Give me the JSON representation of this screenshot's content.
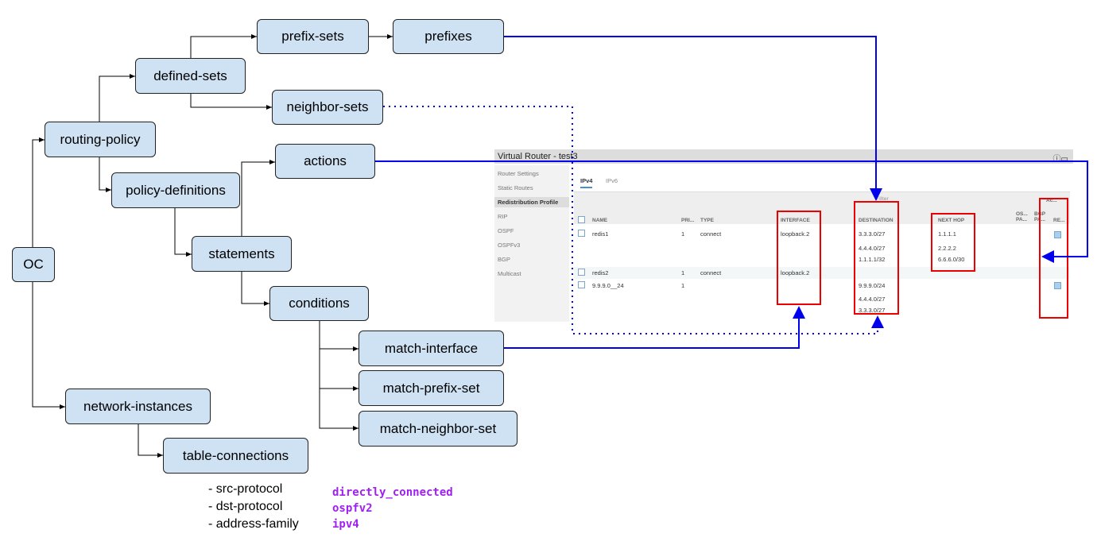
{
  "nodes": {
    "oc": "OC",
    "routing_policy": "routing-policy",
    "defined_sets": "defined-sets",
    "prefix_sets": "prefix-sets",
    "prefixes": "prefixes",
    "neighbor_sets": "neighbor-sets",
    "policy_definitions": "policy-definitions",
    "actions": "actions",
    "statements": "statements",
    "conditions": "conditions",
    "match_interface": "match-interface",
    "match_prefix_set": "match-prefix-set",
    "match_neighbor_set": "match-neighbor-set",
    "network_instances": "network-instances",
    "table_connections": "table-connections"
  },
  "notes": [
    {
      "label": "- src-protocol",
      "value": "directly_connected"
    },
    {
      "label": "- dst-protocol",
      "value": "ospfv2"
    },
    {
      "label": "- address-family",
      "value": "ipv4"
    }
  ],
  "screenshot": {
    "title": "Virtual Router - test3",
    "sidebar": [
      "Router Settings",
      "Static Routes",
      "Redistribution Profile",
      "RIP",
      "OSPF",
      "OSPFv3",
      "BGP",
      "Multicast"
    ],
    "tabs": [
      "IPv4",
      "IPv6"
    ],
    "group_filter": "Filter",
    "group_action": "Ac...",
    "columns": [
      "NAME",
      "PRI...",
      "TYPE",
      "INTERFACE",
      "DESTINATION",
      "NEXT HOP",
      "OS... PA...",
      "BGP PA...",
      "RE..."
    ],
    "rows": [
      {
        "name": "redis1",
        "priority": "1",
        "type": "connect",
        "interface": "loopback.2",
        "destination": [
          "3.3.3.0/27",
          "4.4.4.0/27",
          "1.1.1.1/32"
        ],
        "next_hop": [
          "1.1.1.1",
          "2.2.2.2",
          "6.6.6.0/30"
        ],
        "redist": true
      },
      {
        "name": "redis2",
        "priority": "1",
        "type": "connect",
        "interface": "loopback.2",
        "destination": [],
        "next_hop": [],
        "redist": false
      },
      {
        "name": "9.9.9.0__24",
        "priority": "1",
        "type": "",
        "interface": "",
        "destination": [
          "9.9.9.0/24",
          "4.4.4.0/27",
          "3.3.3.0/27"
        ],
        "next_hop": [],
        "redist": true
      }
    ]
  },
  "colors": {
    "node_fill": "#cfe2f3",
    "link": "#0000ee",
    "highlight": "#ee0000",
    "code": "#a020f0"
  }
}
